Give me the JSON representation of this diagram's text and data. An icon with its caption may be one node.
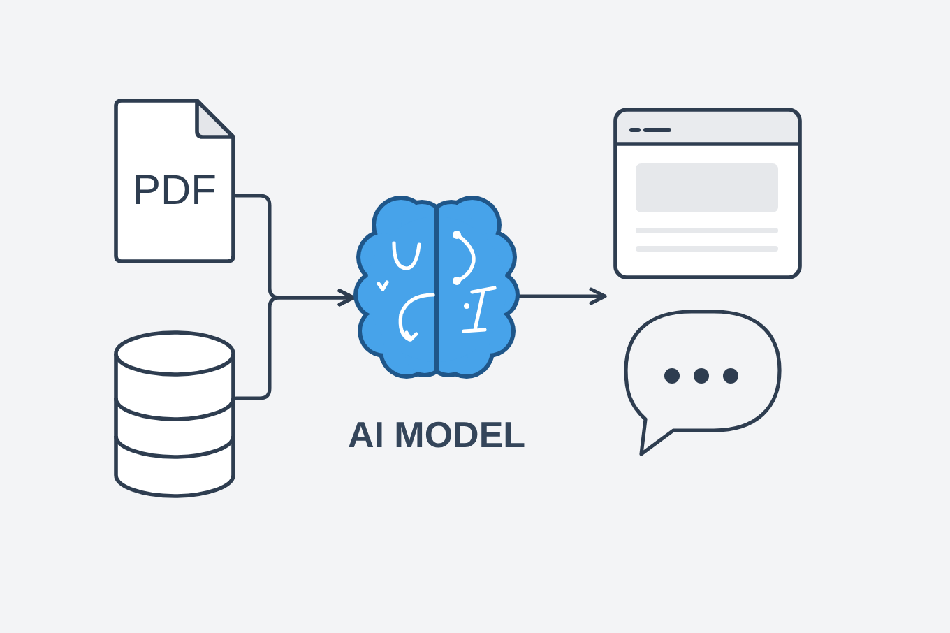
{
  "diagram": {
    "nodes": [
      {
        "text": [
          "PDF"
        ]
      },
      {
        "text": [],
        "shape": "cylinder"
      },
      {
        "text": [],
        "shape": "picture",
        "beside": [
          "AI MODEL"
        ]
      },
      {
        "text": [],
        "shape": "picture"
      },
      {
        "text": [],
        "shape": "picture"
      }
    ],
    "edges": [
      {
        "from": 0,
        "to": 2,
        "arrow": "to"
      },
      {
        "from": 1,
        "to": 2,
        "arrow": "to"
      },
      {
        "from": 2,
        "to": 3,
        "arrow": "to"
      }
    ]
  }
}
